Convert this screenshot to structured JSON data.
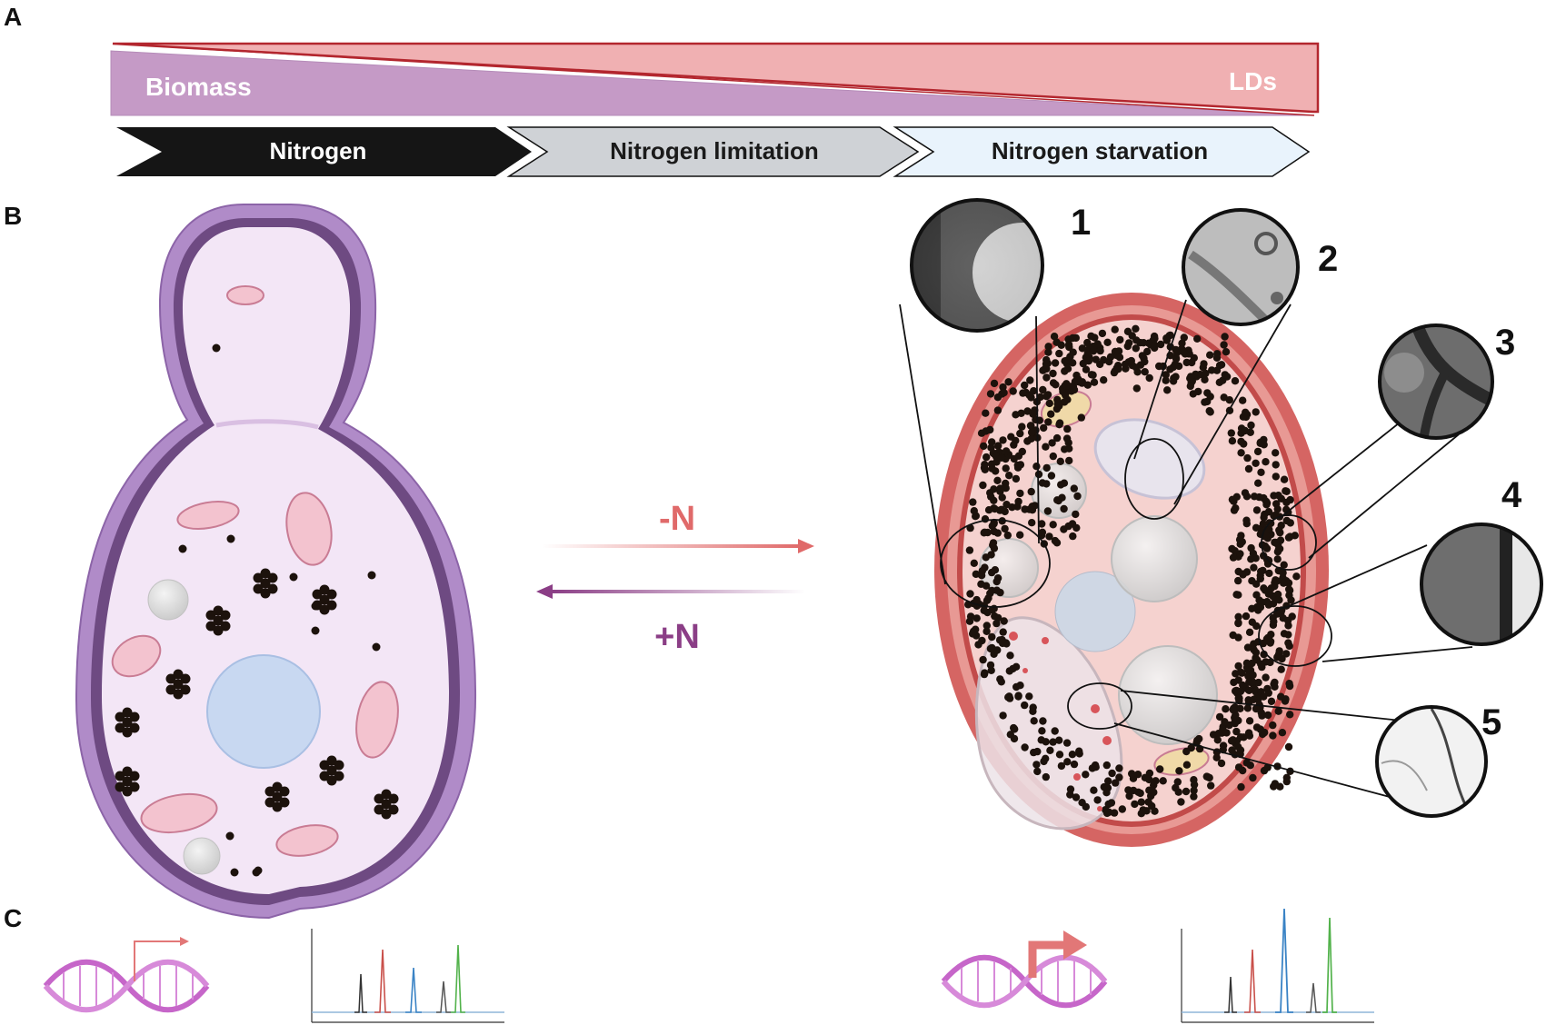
{
  "panels": {
    "a": "A",
    "b": "B",
    "c": "C"
  },
  "gradient_bar": {
    "left_label": "Biomass",
    "right_label": "LDs"
  },
  "stages": [
    {
      "label": "Nitrogen"
    },
    {
      "label": "Nitrogen limitation"
    },
    {
      "label": "Nitrogen starvation"
    }
  ],
  "transitions": {
    "forward": "-N",
    "reverse": "+N"
  },
  "callouts": [
    "1",
    "2",
    "3",
    "4",
    "5"
  ],
  "colors": {
    "biomass": "#c59ac6",
    "lds": "#f0b0b2",
    "lds_edge": "#b3262e",
    "stage_nitrogen": "#151515",
    "stage_limitation": "#cfd2d6",
    "stage_starvation": "#e9f3fc",
    "minus_n": "#e06a6a",
    "plus_n": "#8b3e86",
    "cell_left_wall": "#a57ac0",
    "cell_left_fill": "#f3e6f6",
    "cell_right_wall": "#d56563",
    "cell_right_fill": "#f5d2cf"
  }
}
